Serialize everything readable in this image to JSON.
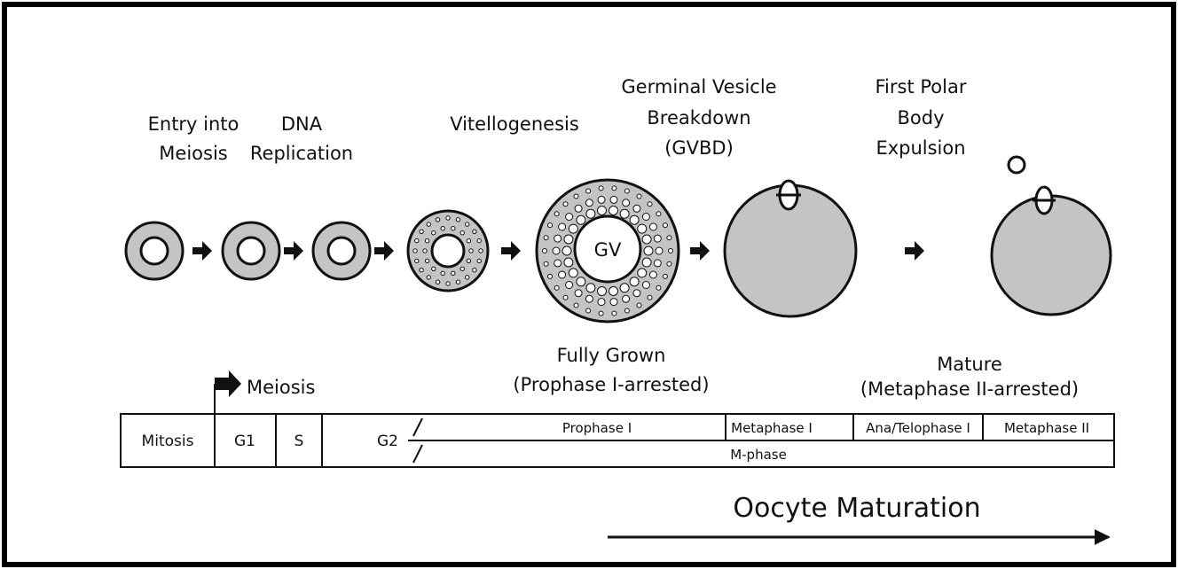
{
  "stage_labels": {
    "entry_into_meiosis": [
      "Entry into",
      "Meiosis"
    ],
    "dna_replication": [
      "DNA",
      "Replication"
    ],
    "vitellogenesis": [
      "Vitellogenesis"
    ],
    "gvbd": [
      "Germinal Vesicle",
      "Breakdown",
      "(GVBD)"
    ],
    "first_polar_body": [
      "First Polar",
      "Body",
      "Expulsion"
    ]
  },
  "gv_label": "GV",
  "fully_grown": [
    "Fully Grown",
    "(Prophase I-arrested)"
  ],
  "mature": [
    "Mature",
    "(Metaphase II-arrested)"
  ],
  "meiosis_marker": "Meiosis",
  "phase_table": {
    "mitosis": "Mitosis",
    "g1": "G1",
    "s": "S",
    "g2": "G2",
    "prophase_i": "Prophase I",
    "metaphase_i": "Metaphase I",
    "ana_telophase_i": "Ana/Telophase I",
    "metaphase_ii": "Metaphase II",
    "m_phase": "M-phase"
  },
  "oocyte_maturation": "Oocyte Maturation",
  "colors": {
    "cell_fill": "#c4c4c4",
    "stroke": "#111111",
    "frame": "#000000"
  }
}
